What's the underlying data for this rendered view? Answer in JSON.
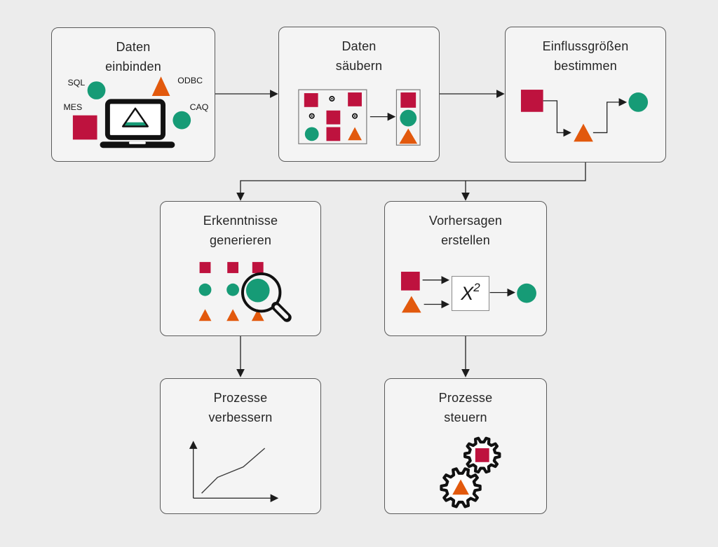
{
  "colors": {
    "background": "#ECECEC",
    "node_fill": "#F4F4F4",
    "node_border": "#5A5A5A",
    "data_red": "#BE123E",
    "data_green": "#169B76",
    "data_orange": "#E2590D",
    "line": "#222222",
    "icon_black": "#111111"
  },
  "icons": {
    "laptop": "laptop-icon",
    "magnifier": "magnifier-icon",
    "gears": "gear-icon",
    "chart": "line-chart-icon"
  },
  "nodes": {
    "integrate": {
      "title": "Daten\neinbinden",
      "sources": {
        "sql": "SQL",
        "mes": "MES",
        "odbc": "ODBC",
        "caq": "CAQ"
      }
    },
    "clean": {
      "title": "Daten\nsäubern"
    },
    "factors": {
      "title": "Einflussgrößen\nbestimmen"
    },
    "insights": {
      "title": "Erkenntnisse\ngenerieren"
    },
    "predict": {
      "title": "Vorhersagen\nerstellen",
      "formula_base": "X",
      "formula_exp": "2"
    },
    "improve": {
      "title": "Prozesse\nverbessern"
    },
    "control": {
      "title": "Prozesse\nsteuern"
    }
  }
}
